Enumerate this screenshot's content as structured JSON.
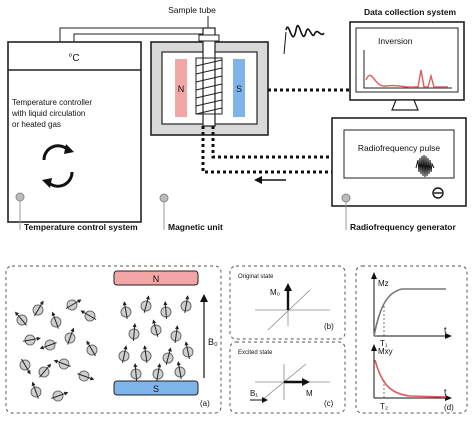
{
  "top": {
    "sample_tube": "Sample tube",
    "data_collection_system": "Data collection system",
    "inversion": "Inversion",
    "rf_pulse": "Radiofrequency pulse",
    "rf_generator": "Radiofrequency generator",
    "temp_unit": "°C",
    "temp_desc": [
      "Temperature controller",
      "with liquid circulation",
      "or heated gas"
    ],
    "temp_system": "Temperature control system",
    "magnetic_unit": "Magnetic unit",
    "magnet_n": "N",
    "magnet_s": "S"
  },
  "bottom": {
    "a": {
      "n": "N",
      "s": "S",
      "b0": "B₀",
      "tag": "(a)"
    },
    "b": {
      "title": "Original state",
      "m0": "M₀",
      "tag": "(b)"
    },
    "c": {
      "title": "Excited state",
      "b1": "B₁",
      "m": "M",
      "tag": "(c)"
    },
    "d": {
      "mz": "Mz",
      "t1": "T₁",
      "mxy": "Mxy",
      "t2": "T₂",
      "t": "t",
      "tag": "(d)"
    }
  },
  "colors": {
    "magnet_n": "#f3a6a6",
    "magnet_s": "#7fb4ea",
    "curve": "#e05a5a"
  },
  "icons": [
    "refresh-icon",
    "spin-icon",
    "arrow-left-icon",
    "waveform-icon"
  ]
}
